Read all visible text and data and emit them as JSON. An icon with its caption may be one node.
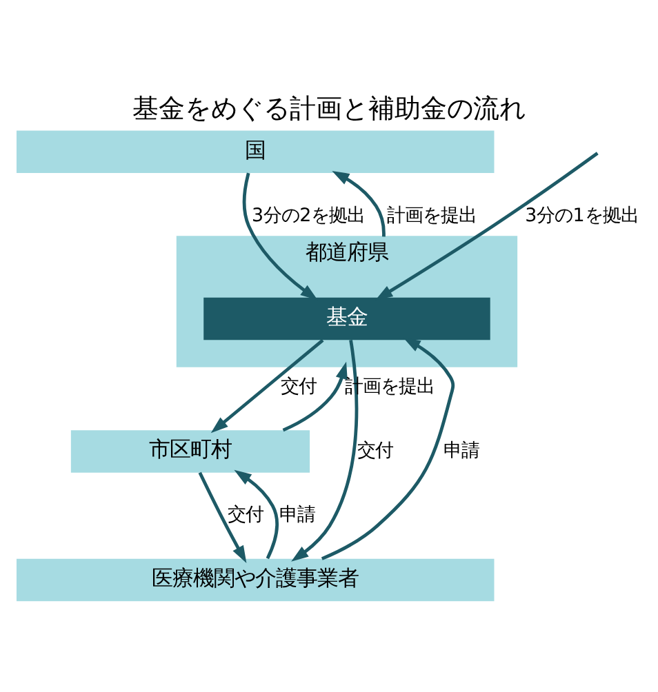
{
  "diagram": {
    "title": "基金をめぐる計画と補助金の流れ",
    "nodes": [
      {
        "text": [
          "国"
        ]
      },
      {
        "text": [
          "都道府県"
        ]
      },
      {
        "text": [
          "基金"
        ],
        "in": 1
      },
      {
        "text": [
          "市区町村"
        ]
      },
      {
        "text": [
          "医療機関や介護事業者"
        ]
      }
    ],
    "edges": [
      {
        "from": 0,
        "to": 2,
        "arrow": "to",
        "label": "3分の2を拠出"
      },
      {
        "from": null,
        "to": 2,
        "arrow": "to",
        "label": "3分の1を拠出"
      },
      {
        "from": 1,
        "to": 0,
        "arrow": "to",
        "label": "計画を提出"
      },
      {
        "from": 2,
        "to": 4,
        "arrow": "to",
        "label": "交付"
      },
      {
        "from": 4,
        "to": 2,
        "arrow": "to",
        "label": "申請"
      },
      {
        "from": 2,
        "to": 3,
        "arrow": "to",
        "label": "交付"
      },
      {
        "from": 3,
        "to": 1,
        "arrow": "to",
        "label": "計画を提出"
      },
      {
        "from": 3,
        "to": 4,
        "arrow": "to",
        "label": "交付"
      },
      {
        "from": 4,
        "to": 3,
        "arrow": "to",
        "label": "申請"
      }
    ]
  }
}
